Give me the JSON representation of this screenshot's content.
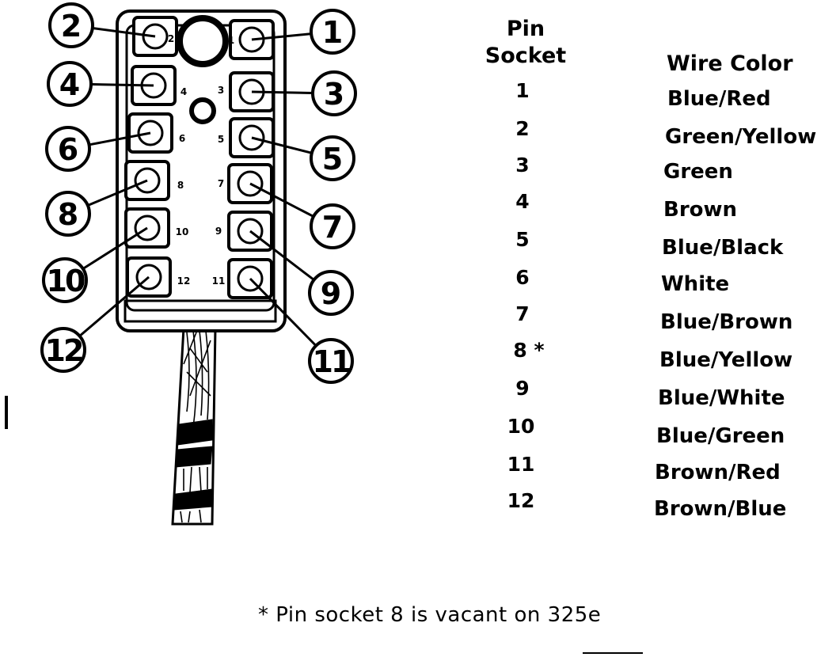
{
  "table": {
    "header_pin_line1": "Pin",
    "header_pin_line2": "Socket",
    "header_color": "Wire Color",
    "rows": [
      {
        "pin": "1",
        "color": "Blue/Red"
      },
      {
        "pin": "2",
        "color": "Green/Yellow"
      },
      {
        "pin": "3",
        "color": "Green"
      },
      {
        "pin": "4",
        "color": "Brown"
      },
      {
        "pin": "5",
        "color": "Blue/Black"
      },
      {
        "pin": "6",
        "color": "White"
      },
      {
        "pin": "7",
        "color": "Blue/Brown"
      },
      {
        "pin": "8 *",
        "color": "Blue/Yellow"
      },
      {
        "pin": "9",
        "color": "Blue/White"
      },
      {
        "pin": "10",
        "color": "Blue/Green"
      },
      {
        "pin": "11",
        "color": "Brown/Red"
      },
      {
        "pin": "12",
        "color": "Brown/Blue"
      }
    ]
  },
  "connector": {
    "callouts": [
      "1",
      "2",
      "3",
      "4",
      "5",
      "6",
      "7",
      "8",
      "9",
      "10",
      "11",
      "12"
    ],
    "pin_labels": [
      "1",
      "2",
      "3",
      "4",
      "5",
      "6",
      "7",
      "8",
      "9",
      "10",
      "11",
      "12"
    ]
  },
  "footnote": "* Pin socket  8  is vacant on 325e"
}
